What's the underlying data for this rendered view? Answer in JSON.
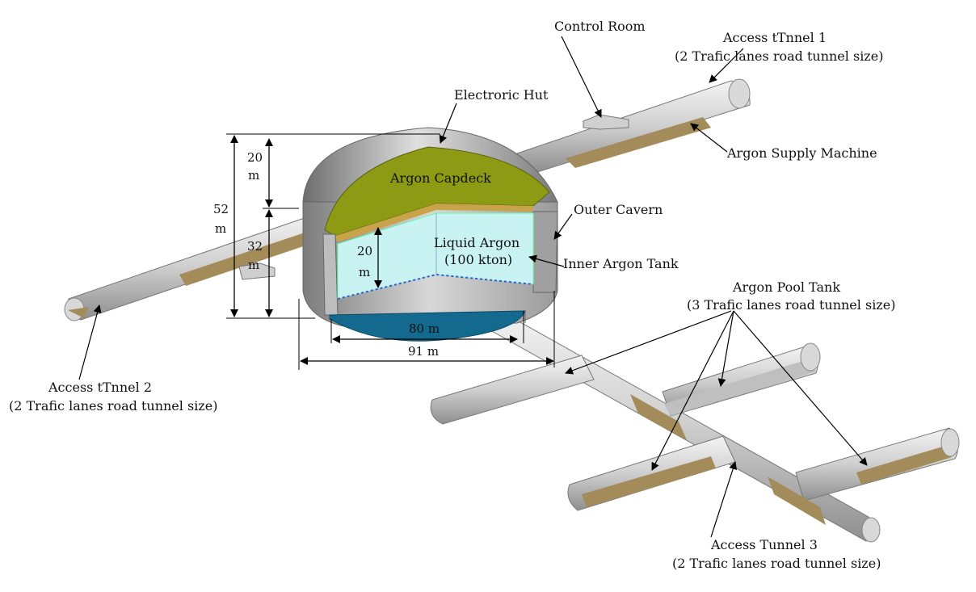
{
  "labels": {
    "control_room": "Control Room",
    "access_tunnel_1": "Access tTnnel 1",
    "access_tunnel_1_sub": "(2 Trafic lanes road tunnel size)",
    "electronic_hut": "Electroric Hut",
    "argon_supply": "Argon Supply Machine",
    "argon_capdeck": "Argon Capdeck",
    "outer_cavern": "Outer Cavern",
    "liquid_argon": "Liquid Argon",
    "liquid_argon_sub": "(100 kton)",
    "inner_tank": "Inner Argon Tank",
    "argon_pool": "Argon Pool Tank",
    "argon_pool_sub": "(3 Trafic lanes road tunnel size)",
    "access_tunnel_2": "Access tTnnel 2",
    "access_tunnel_2_sub": "(2 Trafic lanes road tunnel size)",
    "access_tunnel_3": "Access Tunnel 3",
    "access_tunnel_3_sub": "(2 Trafic lanes road tunnel size)"
  },
  "dimensions": {
    "top_20_a": "20",
    "top_20_b": "m",
    "total_52_a": "52",
    "total_52_b": "m",
    "lower_32_a": "32",
    "lower_32_b": "m",
    "liquid_20_a": "20",
    "liquid_20_b": "m",
    "inner_width": "80 m",
    "outer_width": "91 m"
  },
  "colors": {
    "tunnel_light": "#e8e8e8",
    "tunnel_mid": "#bdbdbd",
    "tunnel_dark": "#8c8c8c",
    "floor_tan": "#a38c5a",
    "capdeck": "#8c9a14",
    "liquid_argon": "#c9f2f2",
    "pool_blue": "#13698e",
    "tank_wall": "#9a9a9a"
  }
}
